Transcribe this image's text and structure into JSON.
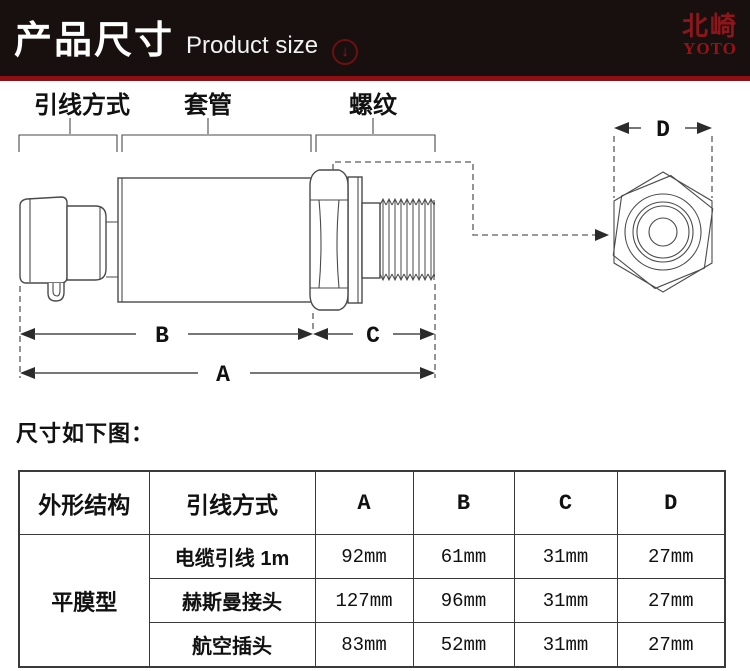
{
  "header": {
    "title_zh": "产品尺寸",
    "title_en": "Product size",
    "icon": "↓",
    "accent_color": "#8e1014",
    "brand_zh": "北崎",
    "brand_en": "YOTO",
    "brand_color": "#8c161b"
  },
  "diagram": {
    "labels": {
      "lead": "引线方式",
      "sleeve": "套管",
      "thread": "螺纹"
    },
    "dims": {
      "a": "A",
      "b": "B",
      "c": "C",
      "d": "D"
    }
  },
  "caption": "尺寸如下图：",
  "table": {
    "headers": [
      "外形结构",
      "引线方式",
      "A",
      "B",
      "C",
      "D"
    ],
    "shape_type": "平膜型",
    "rows": [
      {
        "lead": "电缆引线 1m",
        "a": "92mm",
        "b": "61mm",
        "c": "31mm",
        "d": "27mm"
      },
      {
        "lead": "赫斯曼接头",
        "a": "127mm",
        "b": "96mm",
        "c": "31mm",
        "d": "27mm"
      },
      {
        "lead": "航空插头",
        "a": "83mm",
        "b": "52mm",
        "c": "31mm",
        "d": "27mm"
      }
    ]
  }
}
